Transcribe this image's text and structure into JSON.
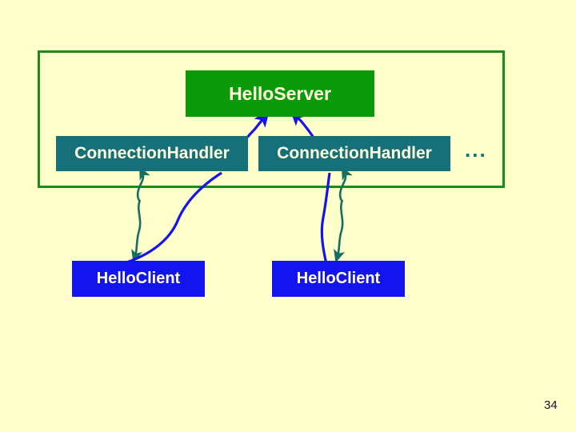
{
  "slide": {
    "page_number": "34",
    "background_color": "#FFFFCC"
  },
  "diagram": {
    "type": "architecture-diagram",
    "group_box": {
      "name": "server-process-group",
      "border_color": "#1C8B1C",
      "label": ""
    },
    "nodes": [
      {
        "id": "hello-server",
        "label": "HelloServer",
        "color": "#0A9A0A",
        "text_color": "#FFFFDD",
        "role": "server"
      },
      {
        "id": "connection-handler-1",
        "label": "ConnectionHandler",
        "color": "#15707A",
        "text_color": "#FFFFDD",
        "role": "handler"
      },
      {
        "id": "connection-handler-2",
        "label": "ConnectionHandler",
        "color": "#15707A",
        "text_color": "#FFFFDD",
        "role": "handler"
      },
      {
        "id": "hello-client-1",
        "label": "HelloClient",
        "color": "#1414EE",
        "text_color": "#FFFFFF",
        "role": "client"
      },
      {
        "id": "hello-client-2",
        "label": "HelloClient",
        "color": "#1414EE",
        "text_color": "#FFFFFF",
        "role": "client"
      }
    ],
    "ellipsis": "...",
    "connectors": [
      {
        "id": "handler1-to-server",
        "from": "connection-handler-1",
        "to": "hello-server",
        "color": "#1414EE",
        "style": "curve-arrow-up"
      },
      {
        "id": "handler2-to-server",
        "from": "connection-handler-2",
        "to": "hello-server",
        "color": "#1414EE",
        "style": "curve-arrow-up"
      },
      {
        "id": "handler1-client1-socket",
        "from": "connection-handler-1",
        "to": "hello-client-1",
        "color": "#166F63",
        "style": "wavy-double-arrow"
      },
      {
        "id": "handler2-client2-socket",
        "from": "connection-handler-2",
        "to": "hello-client-2",
        "color": "#166F63",
        "style": "wavy-double-arrow"
      },
      {
        "id": "client1-to-handler1-connect",
        "from": "hello-client-1",
        "to": "connection-handler-1",
        "color": "#1414EE",
        "style": "curve-line"
      },
      {
        "id": "client2-to-handler2-connect",
        "from": "hello-client-2",
        "to": "connection-handler-2",
        "color": "#1414EE",
        "style": "curve-line"
      }
    ]
  }
}
